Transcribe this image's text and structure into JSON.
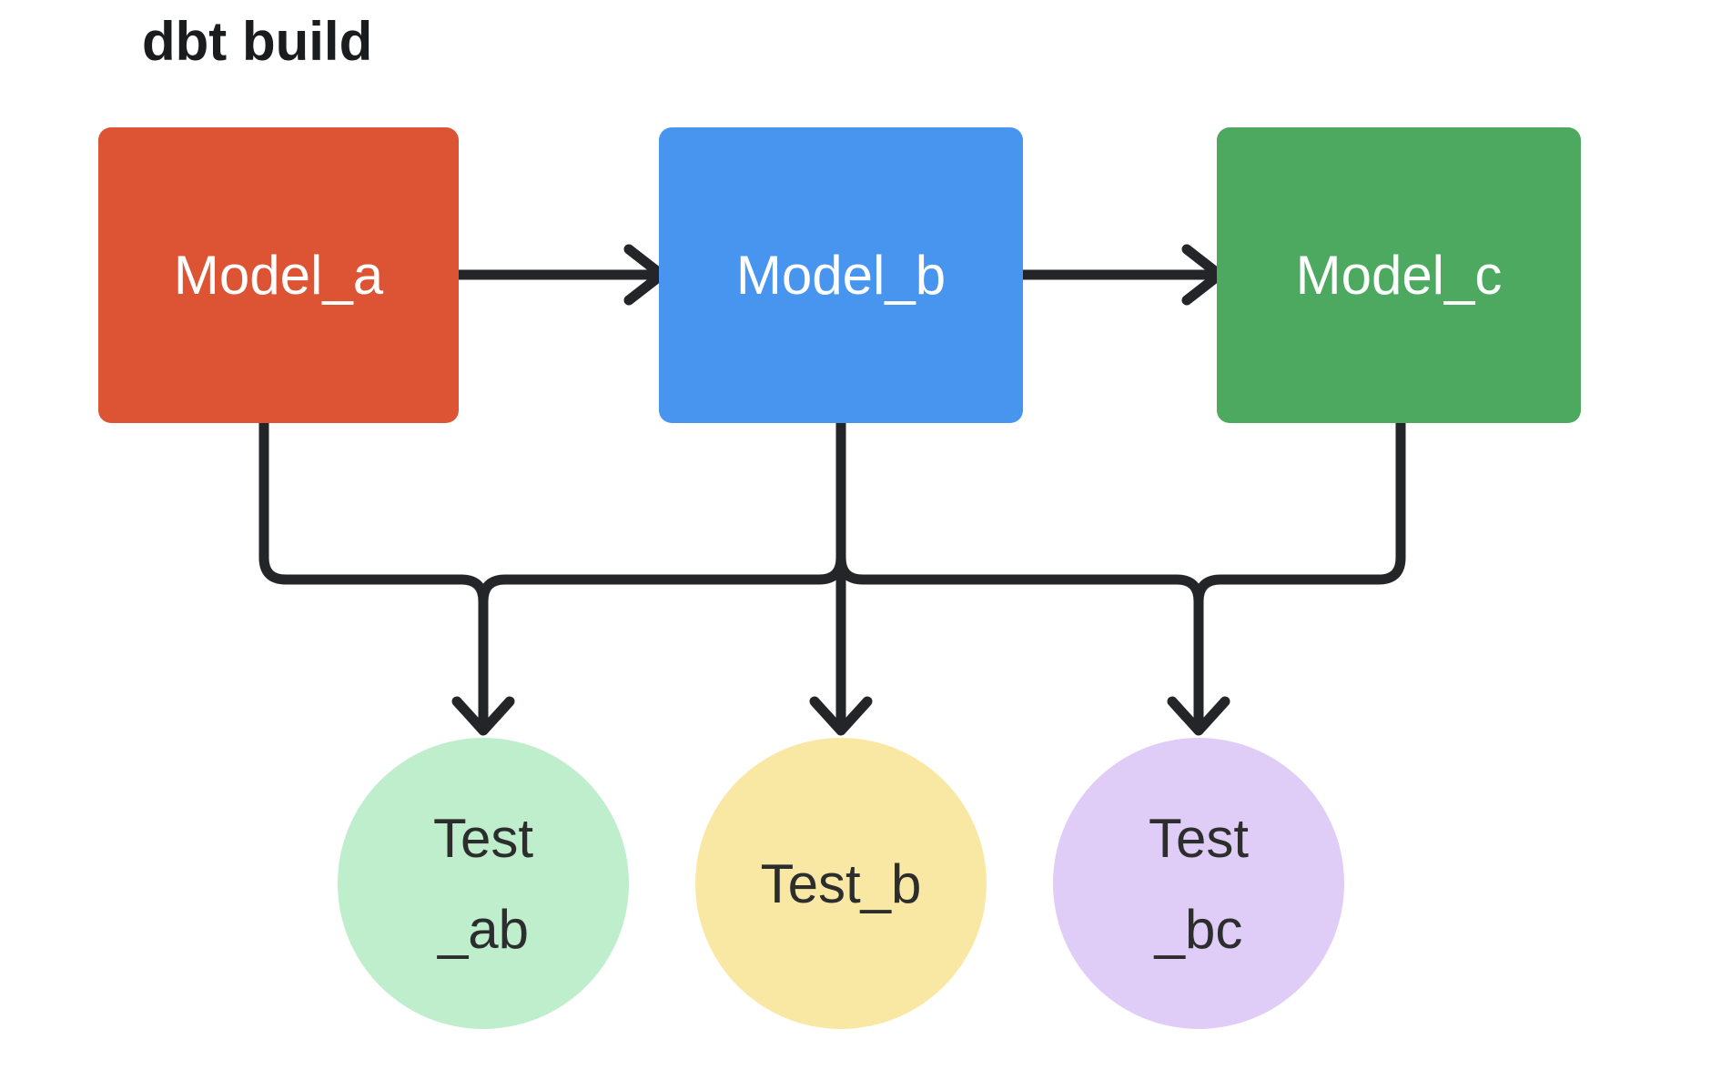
{
  "title": "dbt build",
  "colors": {
    "background": "#ffffff",
    "connector": "#242528",
    "title_text": "#1a1c1e",
    "model_text": "#ffffff",
    "test_text": "#2b2e2d",
    "model_a": "#dd5434",
    "model_b": "#4895ef",
    "model_c": "#4da960",
    "test_ab": "#beeecb",
    "test_b": "#f9e8a4",
    "test_bc": "#dfcdf8"
  },
  "nodes": {
    "models": [
      {
        "id": "model_a",
        "label": "Model_a",
        "color": "#dd5434"
      },
      {
        "id": "model_b",
        "label": "Model_b",
        "color": "#4895ef"
      },
      {
        "id": "model_c",
        "label": "Model_c",
        "color": "#4da960"
      }
    ],
    "tests": [
      {
        "id": "test_ab",
        "lines": [
          "Test",
          "_ab"
        ],
        "color": "#beeecb"
      },
      {
        "id": "test_b",
        "lines": [
          "Test_b"
        ],
        "color": "#f9e8a4"
      },
      {
        "id": "test_bc",
        "lines": [
          "Test",
          "_bc"
        ],
        "color": "#dfcdf8"
      }
    ]
  },
  "edges": [
    {
      "from": "Model_a",
      "to": "Model_b",
      "type": "arrow"
    },
    {
      "from": "Model_b",
      "to": "Model_c",
      "type": "arrow"
    },
    {
      "from": "Model_a",
      "to": "Test_ab",
      "type": "arrow"
    },
    {
      "from": "Model_b",
      "to": "Test_ab",
      "type": "arrow"
    },
    {
      "from": "Model_b",
      "to": "Test_b",
      "type": "arrow"
    },
    {
      "from": "Model_b",
      "to": "Test_bc",
      "type": "arrow"
    },
    {
      "from": "Model_c",
      "to": "Test_bc",
      "type": "arrow"
    }
  ]
}
